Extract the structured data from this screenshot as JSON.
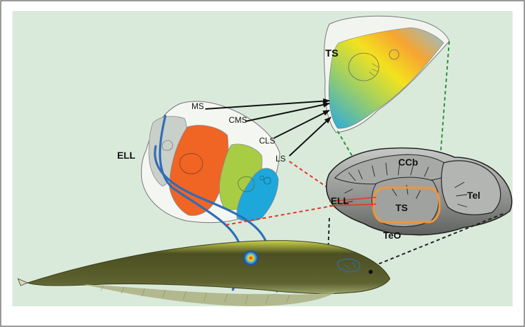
{
  "labels": {
    "ell_left": "ELL",
    "ts_top": "TS",
    "ms": "MS",
    "cms": "CMS",
    "cls": "CLS",
    "ls": "LS",
    "ccb": "CCb",
    "tel": "Tel",
    "ell_brain": "ELL",
    "ts_brain": "TS",
    "teo": "TeO"
  },
  "colors": {
    "panel_bg": "#d9eadb",
    "frame": "#333333",
    "ms_segment": "#c9cfc9",
    "cms_segment": "#f06424",
    "cls_segment": "#a9cc45",
    "ls_segment": "#1ea7db",
    "nerve": "#2f6db5",
    "ts_highlight": "#f0953a",
    "red_dash": "#e53427",
    "green_dash": "#2f8f3b",
    "black_dash": "#222222",
    "brain_gray": "#8e918d",
    "fish_body": "#5a5f2a"
  },
  "icons": {
    "receptive_field": "concentric-target-icon",
    "arrows": "projection-arrow-icon"
  }
}
